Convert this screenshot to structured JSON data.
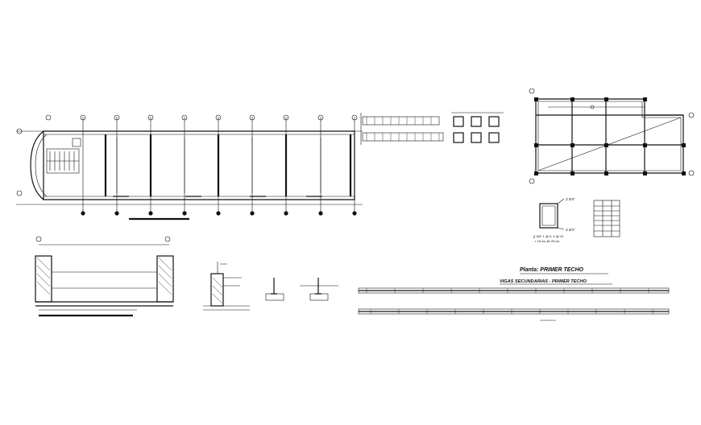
{
  "drawing": {
    "title_main": "Planta: PRIMER TECHO",
    "title_beams": "VIGAS SECUNDARIAS - PRIMER TECHO",
    "stirrup_note_line1": "[] 3/8\" 1 @ 5, 4 @ 10",
    "stirrup_note_line2": "r 15 c/u @ 25 cm",
    "stirrup_label_top": "3 3/4\"",
    "stirrup_label_bottom": "3 3/4\""
  },
  "colors": {
    "background": "#ffffff",
    "ink": "#111111"
  }
}
